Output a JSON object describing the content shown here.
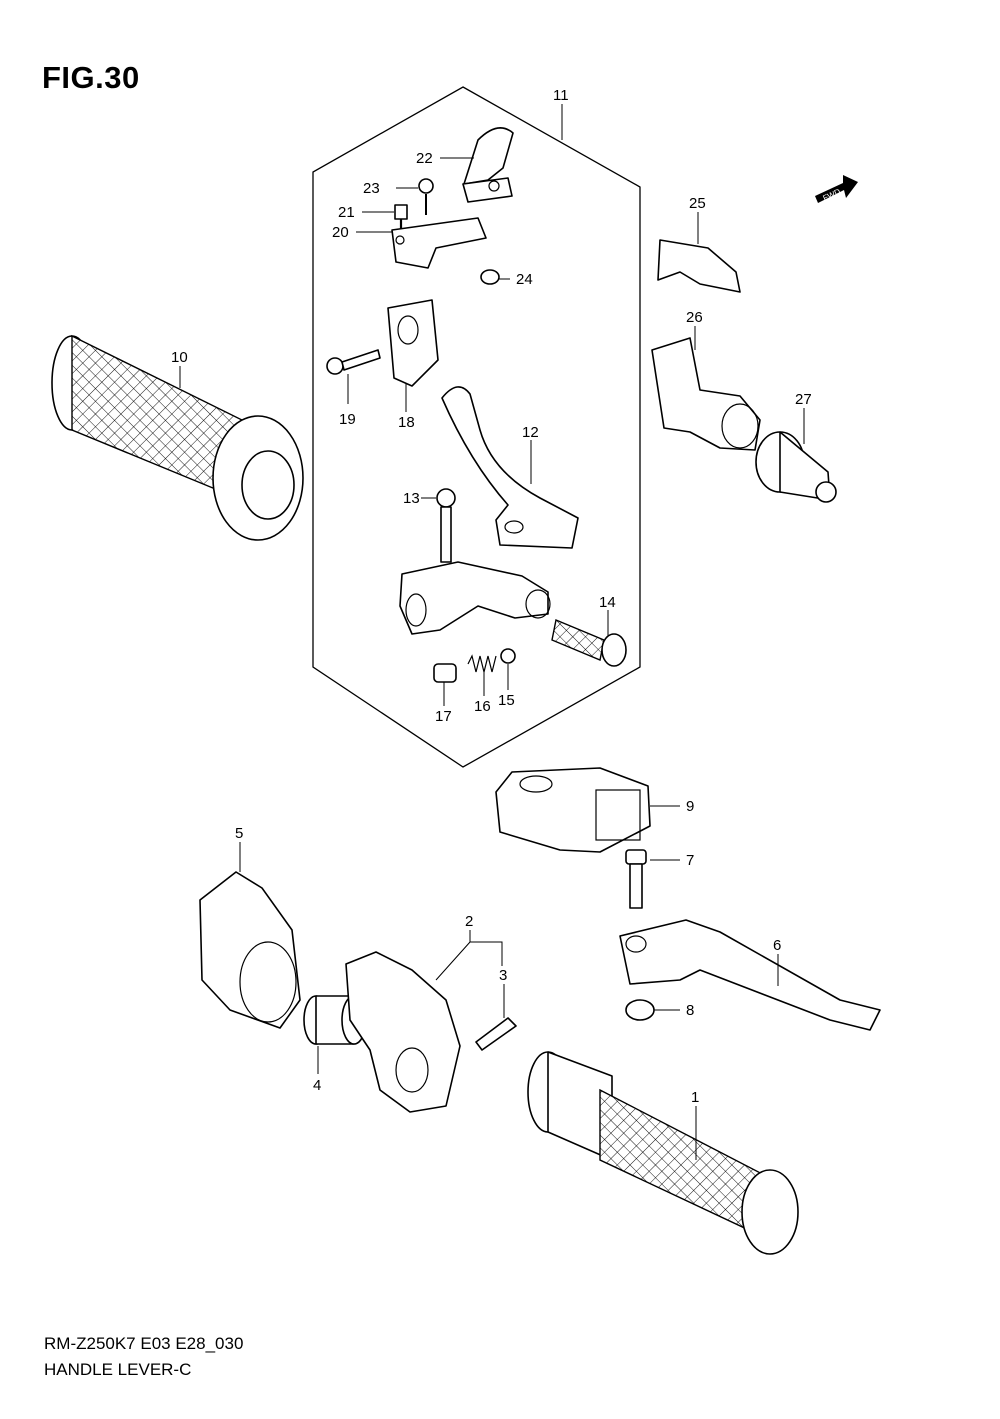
{
  "figure_title": "FIG.30",
  "model_code": "RM-Z250K7 E03 E28_030",
  "diagram_name": "HANDLE LEVER-C",
  "fwd_badge": "FWD",
  "callouts": [
    "1",
    "2",
    "3",
    "4",
    "5",
    "6",
    "7",
    "8",
    "9",
    "10",
    "11",
    "12",
    "13",
    "14",
    "15",
    "16",
    "17",
    "18",
    "19",
    "20",
    "21",
    "22",
    "23",
    "24",
    "25",
    "26",
    "27"
  ]
}
